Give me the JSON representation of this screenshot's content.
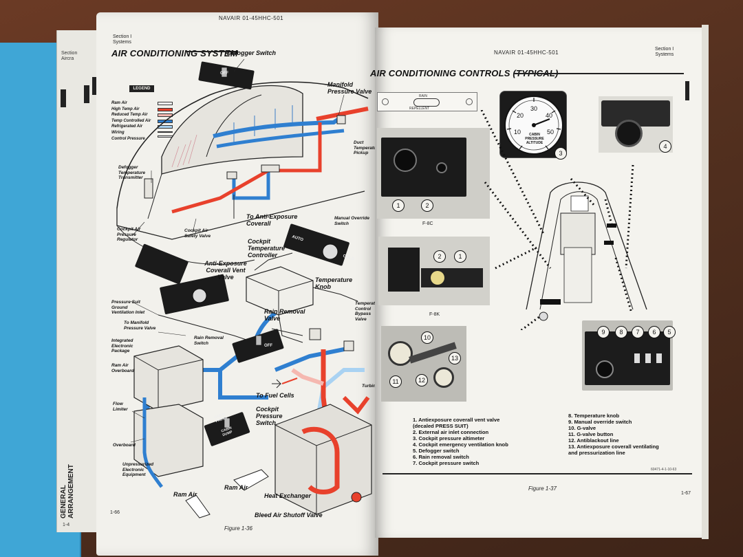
{
  "left_page": {
    "doc_number": "NAVAIR 01-45HHC-501",
    "section": "Section I",
    "section_sub": "Systems",
    "title": "AIR CONDITIONING SYSTEM",
    "legend_title": "LEGEND",
    "legend": [
      {
        "label": "Ram Air",
        "color": "#ffffff"
      },
      {
        "label": "High Temp Air",
        "color": "#e8412c"
      },
      {
        "label": "Reduced Temp Air",
        "color": "#f5b8b0"
      },
      {
        "label": "Temp Controlled Air",
        "color": "#2f7fd0"
      },
      {
        "label": "Refrigerated Air",
        "color": "#a9d2f2"
      },
      {
        "label": "Wiring",
        "color": "#333333"
      },
      {
        "label": "Control Pressure",
        "color": "#ffffff"
      }
    ],
    "labels": {
      "defogger_switch": "Defogger Switch",
      "manifold_pressure_valve": "Manifold Pressure Valve",
      "duct_temperature_pickup": "Duct Temperature Pickup",
      "defogger_temperature_transmitter": "Defogger Temperature Transmitter",
      "to_anti_exposure_coverall": "To Anti-Exposure Coverall",
      "manual_override_switch": "Manual Override Switch",
      "cockpit_air_pressure_regulator": "Cockpit Air Pressure Regulator",
      "cockpit_air_safety_valve": "Cockpit Air Safety Valve",
      "cockpit_temperature_controller": "Cockpit Temperature Controller",
      "anti_exposure_coverall_vent_valve": "Anti-Exposure Coverall Vent Valve",
      "temperature_knob": "Temperature Knob",
      "pressure_suit_ground_ventilation_inlet": "Pressure Suit Ground Ventilation Inlet",
      "to_manifold_pressure_valve": "To Manifold Pressure Valve",
      "rain_removal_valve": "Rain Removal Valve",
      "temperature_control_bypass_valve": "Temperature Control Bypass Valve",
      "rain_removal_switch": "Rain Removal Switch",
      "integrated_electronic_package": "Integrated Electronic Package",
      "ram_air_overboard": "Ram Air Overboard",
      "flow_limiter": "Flow Limiter",
      "to_fuel_cells": "To Fuel Cells",
      "turbine": "Turbine",
      "cockpit_pressure_switch": "Cockpit Pressure Switch",
      "overboard": "Overboard",
      "unpressurized_electronic_equipment": "Unpressurized Electronic Equipment",
      "ram_air_1": "Ram Air",
      "ram_air_2": "Ram Air",
      "heat_exchanger": "Heat Exchanger",
      "bleed_air_shutoff_valve": "Bleed Air Shutoff Valve"
    },
    "switch_plates": {
      "defogger": "OFF",
      "rain_removal": "OFF",
      "override_auto": "AUTO",
      "override_cold": "COLD",
      "cabin_press": "CABIN PRESS",
      "cabin_dump": "CABIN DUMP"
    },
    "figure": "Figure 1-36",
    "page_number": "1-66"
  },
  "back_pages": {
    "section": "Section",
    "section_sub": "Aircra",
    "spine_title": "GENERAL ARRANGEMENT",
    "page_number": "1-4"
  },
  "right_page": {
    "doc_number": "NAVAIR 01-45HHC-501",
    "section": "Section I",
    "section_sub": "Systems",
    "title": "AIR CONDITIONING CONTROLS (TYPICAL)",
    "rain_panel_top": "RAIN",
    "rain_panel_bottom": "REPELLENT",
    "altimeter": {
      "label": "CABIN PRESSURE ALTITUDE",
      "ticks": [
        "10",
        "20",
        "30",
        "40",
        "50"
      ]
    },
    "photo_labels": [
      "F-8C",
      "F-8K"
    ],
    "callouts": [
      "1",
      "2",
      "2",
      "1",
      "3",
      "4",
      "5",
      "6",
      "7",
      "8",
      "9",
      "10",
      "11",
      "12",
      "13"
    ],
    "items_left": [
      "1.  Antiexposure coverall vent valve",
      "     (decaled PRESS SUIT)",
      "2.  External air inlet connection",
      "3.  Cockpit pressure altimeter",
      "4.  Cockpit emergency ventilation knob",
      "5.  Defogger switch",
      "6.  Rain removal switch",
      "7.  Cockpit pressure switch"
    ],
    "items_right": [
      "8.  Temperature knob",
      "9.  Manual override switch",
      "10.  G-valve",
      "11.  G-valve button",
      "12.  Antiblackout line",
      "13.  Antiexposure coverall ventilating",
      "       and pressurization line"
    ],
    "figure": "Figure 1-37",
    "page_number": "1-67",
    "code": "60471-4-1-10-63"
  }
}
